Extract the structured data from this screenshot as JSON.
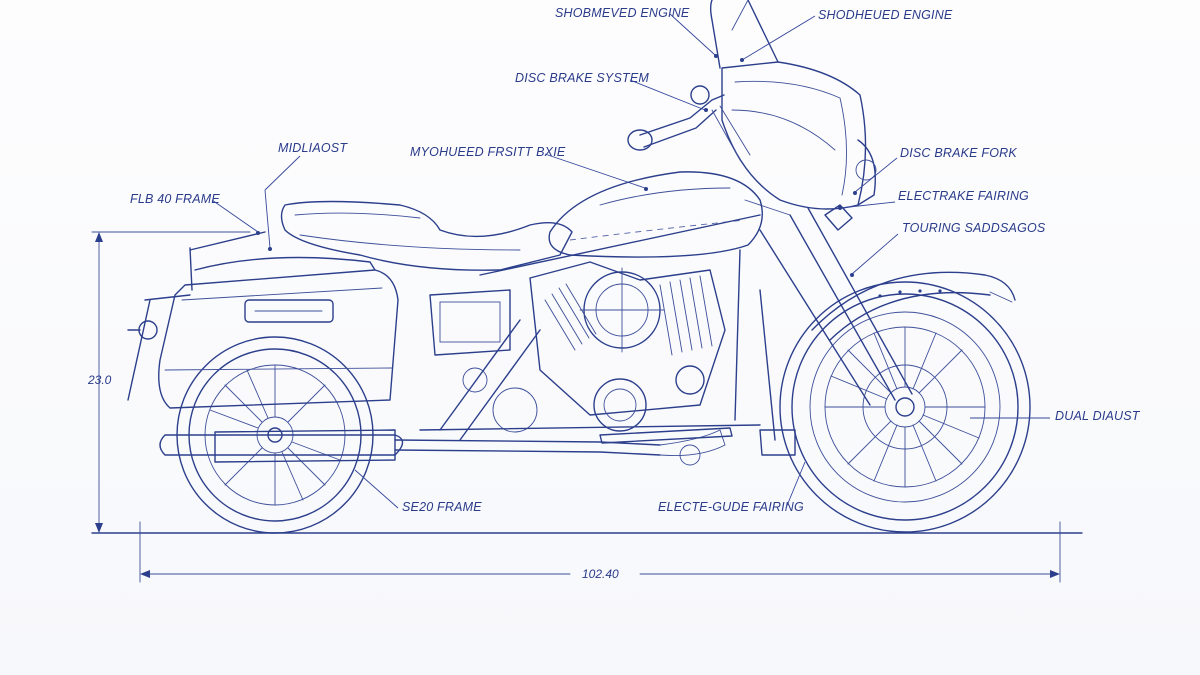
{
  "labels": {
    "top_left_engine": "SHOBMEVED ENGINE",
    "top_right_engine": "SHODHEUED ENGINE",
    "disc_brake_system": "DISC BRAKE SYSTEM",
    "midlaost": "MIDLIAOST",
    "myohueed": "MYOHUEED FRSITT BXIE",
    "flb_frame": "FLB 40 FRAME",
    "disc_brake_fork": "DISC BRAKE FORK",
    "electrake_fairing": "ELECTRAKE FAIRING",
    "touring_saddlebags": "TOURING SADDSAGOS",
    "dual_exhaust": "DUAL DIAUST",
    "se_frame": "SE20 FRAME",
    "electra_glide_fairing": "ELECTE-GUDE FAIRING"
  },
  "dimensions": {
    "height": "23.0",
    "length": "102.40"
  },
  "colors": {
    "ink": "#2c3f8c",
    "paper": "#fdfdfe"
  }
}
